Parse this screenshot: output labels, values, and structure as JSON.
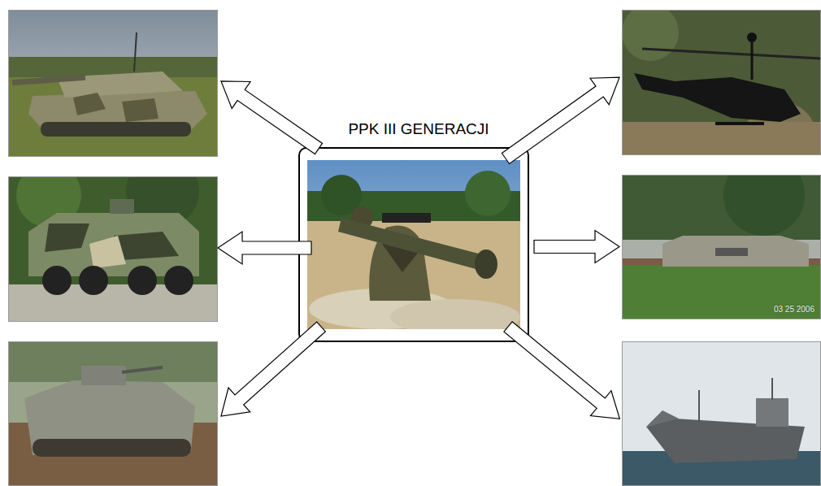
{
  "diagram": {
    "nodes": [
      {
        "text": [
          "PPK III GENERACJI"
        ]
      },
      {
        "text": [
          "03 25 2006"
        ]
      }
    ],
    "edges": [
      {
        "from": 0,
        "to": 1,
        "arrow": "to"
      }
    ]
  }
}
